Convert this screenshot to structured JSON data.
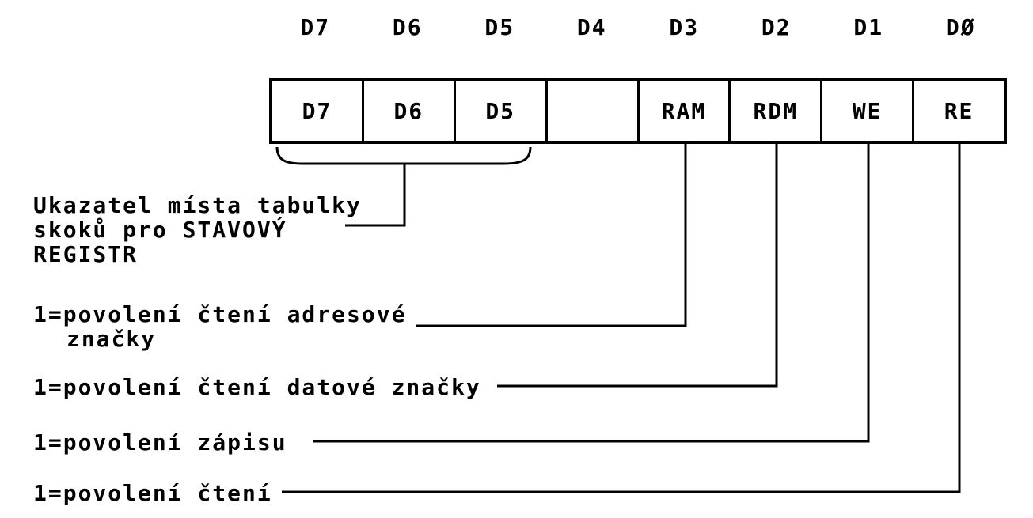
{
  "diagram": {
    "bit_labels": [
      "D7",
      "D6",
      "D5",
      "D4",
      "D3",
      "D2",
      "D1",
      "DØ"
    ],
    "cells": [
      "D7",
      "D6",
      "D5",
      "",
      "RAM",
      "RDM",
      "WE",
      "RE"
    ],
    "annotations": {
      "pointer": {
        "line1": "Ukazatel místa tabulky",
        "line2": "skoků pro STAVOVÝ",
        "line3": "REGISTR"
      },
      "ram": {
        "line1": "1=povolení čtení adresové",
        "line2": "značky"
      },
      "rdm": "1=povolení čtení datové značky",
      "we": "1=povolení zápisu",
      "re": "1=povolení čtení"
    },
    "colors": {
      "ink": "#000000",
      "background": "#ffffff"
    }
  }
}
